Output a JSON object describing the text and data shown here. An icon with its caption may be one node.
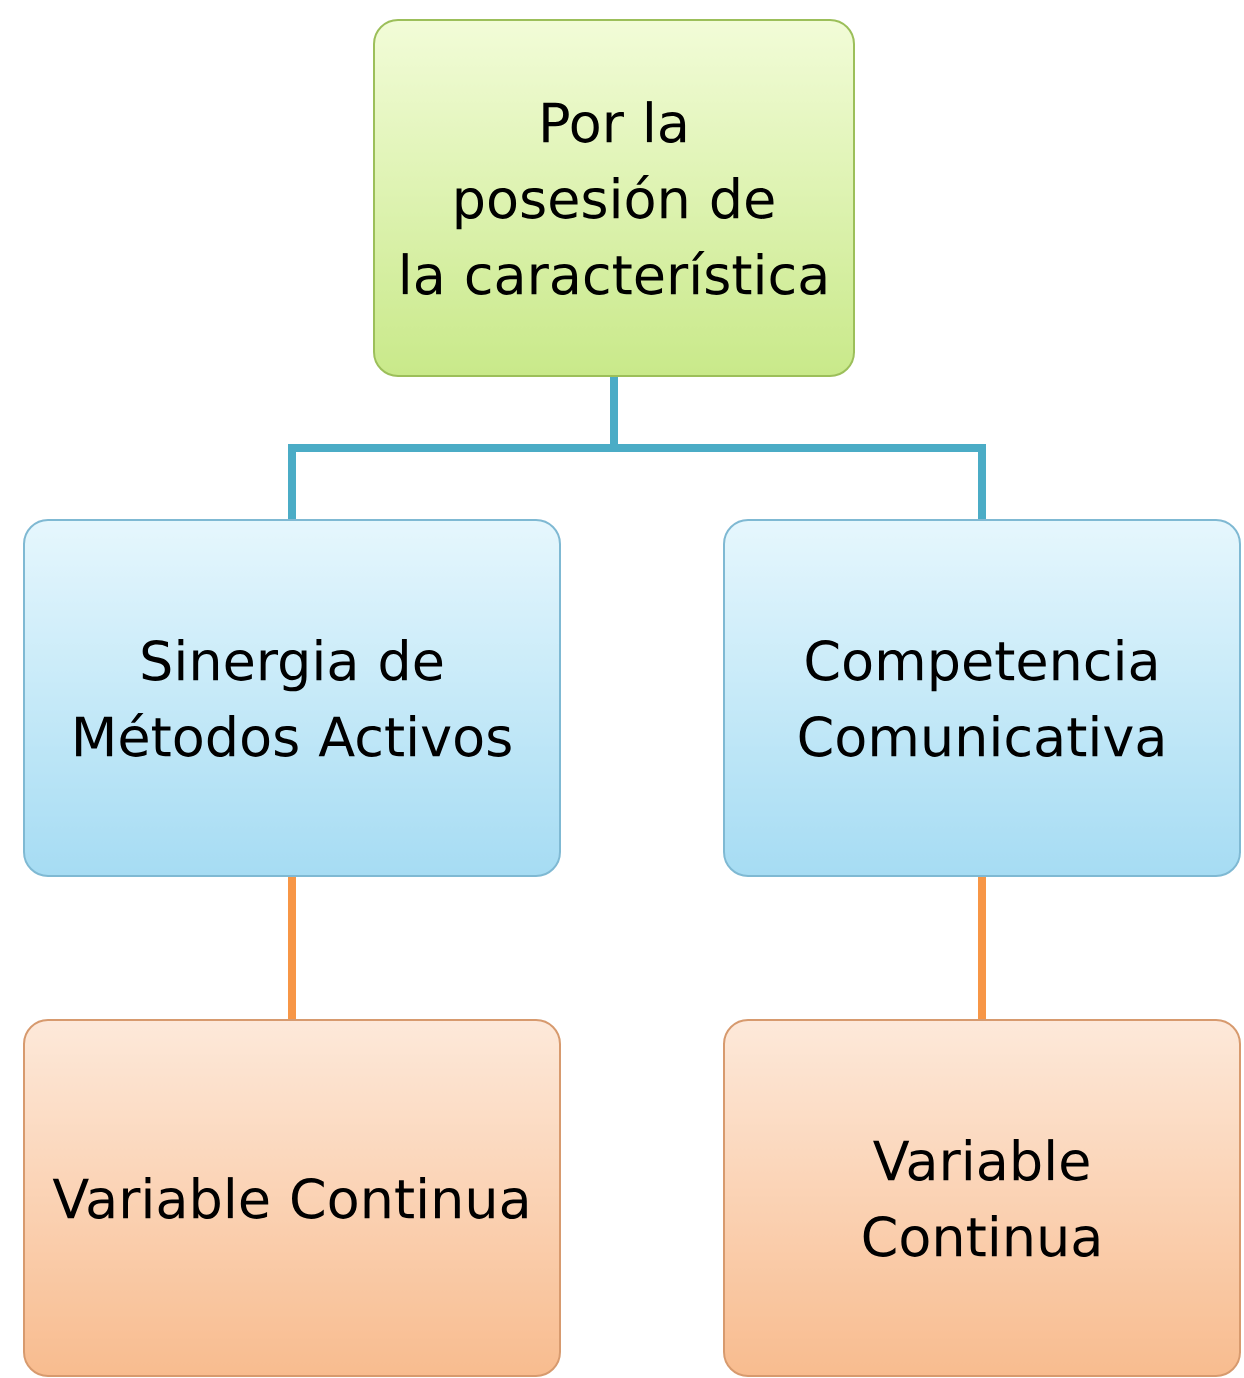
{
  "diagram": {
    "nodes": [
      {
        "text": [
          "Por la posesión de la característica"
        ]
      },
      {
        "text": [
          "Sinergia de Métodos Activos"
        ]
      },
      {
        "text": [
          "Competencia Comunicativa"
        ]
      },
      {
        "text": [
          "Variable Continua"
        ]
      },
      {
        "text": [
          "Variable Continua"
        ]
      }
    ],
    "edges": [
      {
        "from": 0,
        "to": 1,
        "arrow": "none"
      },
      {
        "from": 0,
        "to": 2,
        "arrow": "none"
      },
      {
        "from": 1,
        "to": 3,
        "arrow": "none",
        "color": "#f79646"
      },
      {
        "from": 2,
        "to": 4,
        "arrow": "none",
        "color": "#f79646"
      }
    ]
  }
}
